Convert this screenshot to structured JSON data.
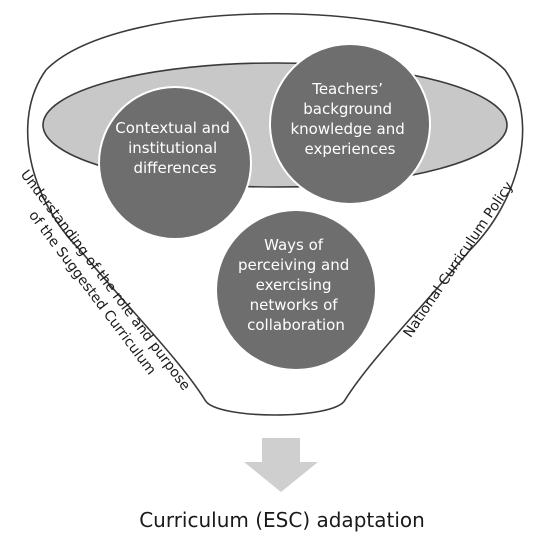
{
  "circles": {
    "contextual": [
      "Contextual and",
      "institutional",
      "differences"
    ],
    "teachers": [
      "Teachers’",
      "background",
      "knowledge and",
      "experiences"
    ],
    "ways": [
      "Ways of",
      "perceiving and",
      "exercising",
      "networks of",
      "collaboration"
    ]
  },
  "side_labels": {
    "left": [
      "Understanding of the role and purpose",
      "of the Suggested Curriculum"
    ],
    "right": "National Curriculum Policy"
  },
  "output_label": "Curriculum (ESC) adaptation",
  "colors": {
    "funnel_outline": "#3a3a3a",
    "ellipse_fill": "#c8c8c8",
    "circle_fill": "#6e6e6e",
    "circle_text": "#ffffff",
    "arrow_fill": "#cfcfcf",
    "text": "#1a1a1a"
  }
}
